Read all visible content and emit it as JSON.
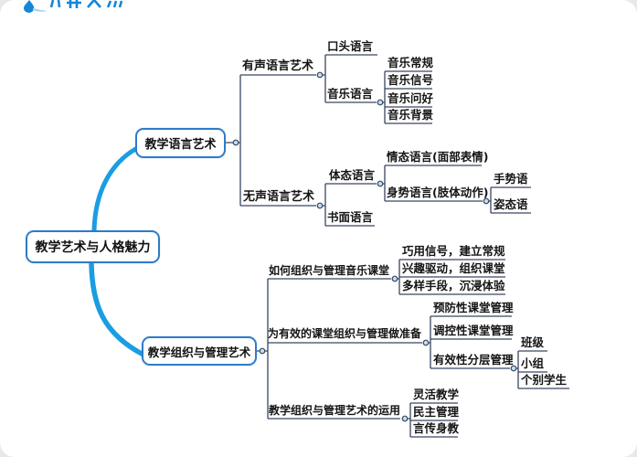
{
  "colors": {
    "thick_branch_blue": "#1b9de2",
    "box_border_blue": "#2e7cc8",
    "connector_line": "#3a4660",
    "connector_fill": "#bfe0f2",
    "text": "#141414",
    "watermark_blue": "#1586d8",
    "watermark_light": "#9fd4f2",
    "page_bg": "#ffffff"
  },
  "mindmap": {
    "root": "教学艺术与人格魅力",
    "branches": {
      "language": "教学语言艺术",
      "organization": "教学组织与管理艺术"
    },
    "nodes": {
      "yousheng": "有声语言艺术",
      "koutou": "口头语言",
      "yinyue_yuyan": "音乐语言",
      "yinyue_changgui": "音乐常规",
      "yinyue_xinhao": "音乐信号",
      "yinyue_wenhao": "音乐问好",
      "yinyue_beijing": "音乐背景",
      "wusheng": "无声语言艺术",
      "titai": "体态语言",
      "qingtai": "情态语言(面部表情)",
      "shenshi": "身势语言(肢体动作)",
      "shoushi": "手势语",
      "zitai": "姿态语",
      "shumian": "书面语言",
      "ruhe": "如何组织与管理音乐课堂",
      "qiaoyong": "巧用信号，建立常规",
      "xingqu": "兴趣驱动，组织课堂",
      "duoyang": "多样手段，沉浸体验",
      "weiyouxiao": "为有效的课堂组织与管理做准备",
      "yufang": "预防性课堂管理",
      "tiaokong": "调控性课堂管理",
      "youxiao": "有效性分层管理",
      "banji": "班级",
      "xiaozu": "小组",
      "gebie": "个别学生",
      "yunyong": "教学组织与管理艺术的运用",
      "linghuo": "灵活教学",
      "minzhu": "民主管理",
      "yanchuan": "言传身教"
    }
  }
}
